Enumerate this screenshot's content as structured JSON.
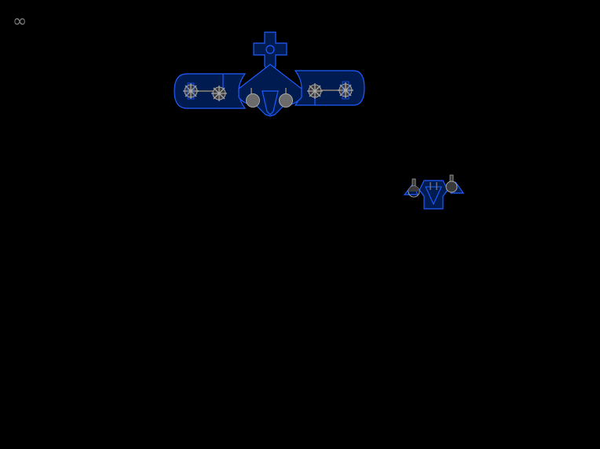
{
  "hud": {
    "lives_symbol": "∞",
    "lives_icon": "infinity-icon"
  },
  "colors": {
    "background": "#000000",
    "hull_fill": "#001b4f",
    "hull_outline": "#1f5cff",
    "turret_grey": "#6b6b6b",
    "turret_outline": "#a6a6a6",
    "hud_grey": "#7a7a7a"
  },
  "entities": {
    "boss": {
      "kind": "boss-battleship",
      "turret_count": 6
    },
    "player": {
      "kind": "player-fighter",
      "turret_count": 2
    }
  }
}
